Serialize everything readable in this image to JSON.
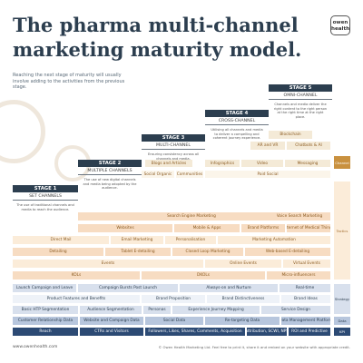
{
  "title": "The pharma multi-channel marketing maturity model.",
  "logo_text": "owen health",
  "intro": "Reaching the next stage of maturity will usually involve adding to the activities from the previous stage.",
  "colors": {
    "navy": "#2c3e4f",
    "gold": "#c9913f",
    "blue": "#9fb2cf",
    "lightblue": "#d8e0ed",
    "cream": "#f4ead7",
    "paleorange": "#f7dcc2"
  },
  "stages": [
    {
      "head": "STAGE 1",
      "sub": "SET CHANNELS",
      "desc": "The use of traditional channels and media to reach the audience."
    },
    {
      "head": "STAGE 2",
      "sub": "MULTIPLE CHANNELS",
      "desc": "The use of new digital channels and media being adopted by the audience."
    },
    {
      "head": "STAGE 3",
      "sub": "MULTI-CHANNEL",
      "desc": "Ensuring consistency across all channels and media."
    },
    {
      "head": "STAGE 4",
      "sub": "CROSS-CHANNEL",
      "desc": "Utilising all channels and media to deliver a compelling and coherent journey experience."
    },
    {
      "head": "STAGE 5",
      "sub": "OMNI-CHANNEL",
      "desc": "Channels and media deliver the right content to the right person at the right time at the right place."
    }
  ],
  "side_labels": {
    "channel": "Channel",
    "tactics": "Tactics",
    "strategy": "Strategy",
    "data": "Data",
    "kpi": "KPI"
  },
  "top_cells": {
    "blockchain": "Blockchain",
    "ar_vr": "AR and VR",
    "chatbots": "Chatbots & AI",
    "blogs": "Blogs and Articles",
    "infographics": "Infographics",
    "video": "Video",
    "messaging": "Messaging",
    "social_organic": "Social Organic",
    "communities": "Communities",
    "paid_social": "Paid Social"
  },
  "tactics": {
    "search_engine": "Search Engine Marketing",
    "voice_search": "Voice Search Marketing",
    "websites": "Websites",
    "mobile_apps": "Mobile & Apps",
    "brand_platforms": "Brand Platforms",
    "iot": "Internet of Medical Things",
    "direct_mail": "Direct Mail",
    "email_marketing": "Email Marketing",
    "personalisation": "Personalisation",
    "marketing_automation": "Marketing Automation",
    "detailing": "Detailing",
    "tablet_detailing": "Tablet E-detailing",
    "closed_loop": "Closed Loop Marketing",
    "web_based": "Web-based E-detailing",
    "events": "Events",
    "online_events": "Online Events",
    "virtual_events": "Virtual Events",
    "kols": "KOLs",
    "dkols": "DKOLs",
    "micro_influencers": "Micro-influencers"
  },
  "strategy": {
    "launch": "Launch Campaign and Leave",
    "campaign_bursts": "Campaign Bursts Post Launch",
    "always_on": "Always-on and Nurture",
    "real_time": "Real-time",
    "product_features": "Product Features and Benefits",
    "brand_proposition": "Brand Proposition",
    "brand_distinctiveness": "Brand Distinctiveness",
    "brand_ideas": "Brand Ideas",
    "basic_htp": "Basic HTP Segmentation",
    "audience_seg": "Audience Segmentation",
    "personas": "Personas",
    "experience_journey": "Experience Journey Mapping",
    "service_design": "Service Design"
  },
  "data_row": {
    "customer_relationship": "Customer Relationship Data",
    "website_campaign": "Website and Campaign Data",
    "social_data": "Social Data",
    "retargeting": "Re-targeting Data",
    "data_management": "Data Management Platform"
  },
  "kpi_row": {
    "reach": "Reach",
    "ctr": "CTRs and Visitors",
    "followers": "Followers, Likes, Shares, Comments, Acquisition",
    "attribution": "Attribution, SCWI, NPS",
    "roi": "ROI and Predictive"
  },
  "footer_left": "www.owenhealth.com",
  "footer_right": "© Owen Health Marketing Ltd. Feel free to print it, share it and embed on your website with appropriate credit."
}
